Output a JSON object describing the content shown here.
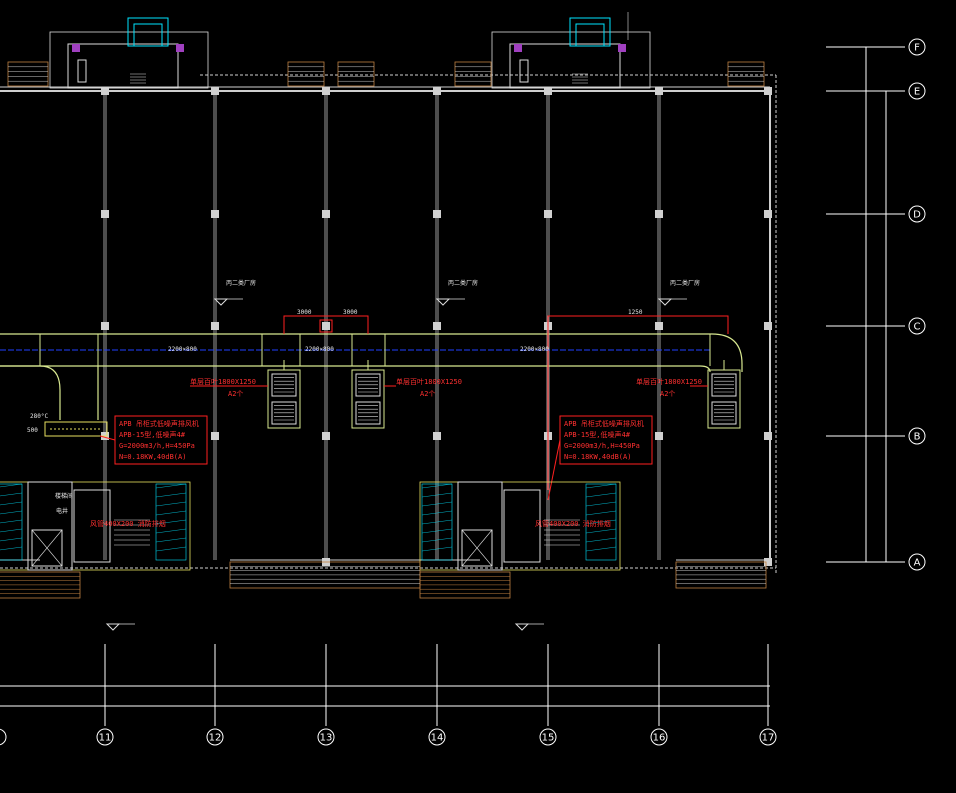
{
  "grid_rows": [
    {
      "label": "F"
    },
    {
      "label": "E"
    },
    {
      "label": "D"
    },
    {
      "label": "C"
    },
    {
      "label": "B"
    },
    {
      "label": "A"
    }
  ],
  "grid_cols": [
    {
      "label": "11"
    },
    {
      "label": "12"
    },
    {
      "label": "13"
    },
    {
      "label": "14"
    },
    {
      "label": "15"
    },
    {
      "label": "16"
    },
    {
      "label": "17"
    }
  ],
  "duct_dims": {
    "main_1": "2200×800",
    "main_2": "2200×800",
    "main_3": "2200×800",
    "dim_a": "3000",
    "dim_b": "3000",
    "dim_c": "1250"
  },
  "outlet_labels": {
    "left": "单层百叶1800X1250",
    "left_sub": "A2个",
    "mid": "单层百叶1800X1250",
    "mid_sub": "A2个",
    "right": "单层百叶1800X1250",
    "right_sub": "A2个"
  },
  "fan_box_left": {
    "line1": "APB 吊柜式低噪声排风机",
    "line2": "APB-15型,低噪声4#",
    "line3": "G=2000m3/h,H=450Pa",
    "line4": "N=0.18KW,40dB(A)"
  },
  "fan_box_right": {
    "line1": "APB 吊柜式低噪声排风机",
    "line2": "APB-15型,低噪声4#",
    "line3": "G=2000m3/h,H=450Pa",
    "line4": "N=0.18KW,40dB(A)"
  },
  "side_notes": {
    "left": "280°C",
    "left_dim": "500"
  },
  "room_labels": {
    "zone1": "丙二类厂房",
    "zone2": "丙二类厂房",
    "zone3": "丙二类厂房",
    "stair": "楼梯间",
    "elec": "电井",
    "ahu_left": "风管400X200 消防排烟",
    "ahu_right": "风管400X200 消防排烟"
  },
  "colors": {
    "bg": "#000000",
    "wall": "#cfcfcf",
    "duct": "#d8e890",
    "blue": "#2040ff",
    "red": "#ff2020",
    "cyan": "#00e5ff",
    "green": "#00ff40",
    "yellow": "#e8e060",
    "orange": "#c08040",
    "magenta": "#a040c0"
  }
}
